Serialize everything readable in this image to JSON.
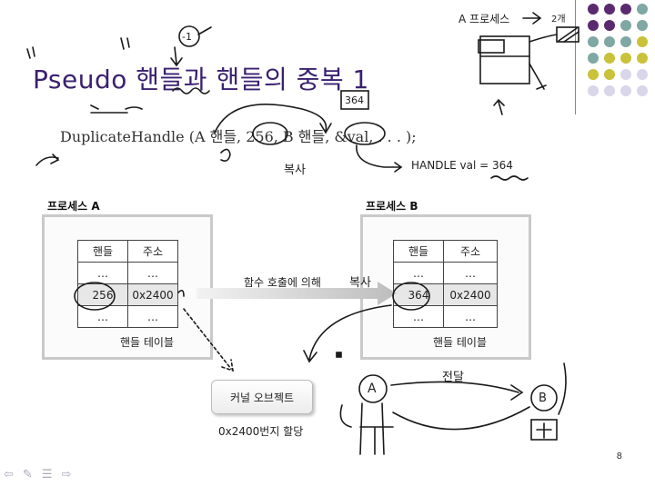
{
  "slide": {
    "title": "Pseudo 핸들과 핸들의 중복 1",
    "code": "DuplicateHandle (A 핸들, 256, B 핸들, &val, . . . );",
    "handle_note": "HANDLE val = 364",
    "page_number": "8"
  },
  "process_a": {
    "label": "프로세스 A",
    "table": {
      "headers": [
        "핸들",
        "주소"
      ],
      "rows": [
        [
          "…",
          "…"
        ],
        [
          "256",
          "0x2400"
        ],
        [
          "…",
          "…"
        ]
      ]
    },
    "caption": "핸들 테이블"
  },
  "process_b": {
    "label": "프로세스 B",
    "table": {
      "headers": [
        "핸들",
        "주소"
      ],
      "rows": [
        [
          "…",
          "…"
        ],
        [
          "364",
          "0x2400"
        ],
        [
          "…",
          "…"
        ]
      ]
    },
    "caption": "핸들 테이블"
  },
  "arrow_label": "함수 호출에 의해",
  "kernel_object": {
    "label": "커널 오브젝트",
    "caption": "0x2400번지 할당"
  },
  "annotations": {
    "copy_top": "복사",
    "copy_mid": "복사",
    "value_box": "364",
    "minus_one": "-1",
    "process_a_top": "A 프로세스",
    "count": "2개",
    "send": "전달",
    "letter_a": "A",
    "letter_b": "B"
  },
  "colors": {
    "title": "#3a2170",
    "dot_purple": "#5a2a6e",
    "dot_teal": "#7fa7a4",
    "dot_olive": "#c9c23a",
    "dot_lavender": "#d9d6ea"
  }
}
